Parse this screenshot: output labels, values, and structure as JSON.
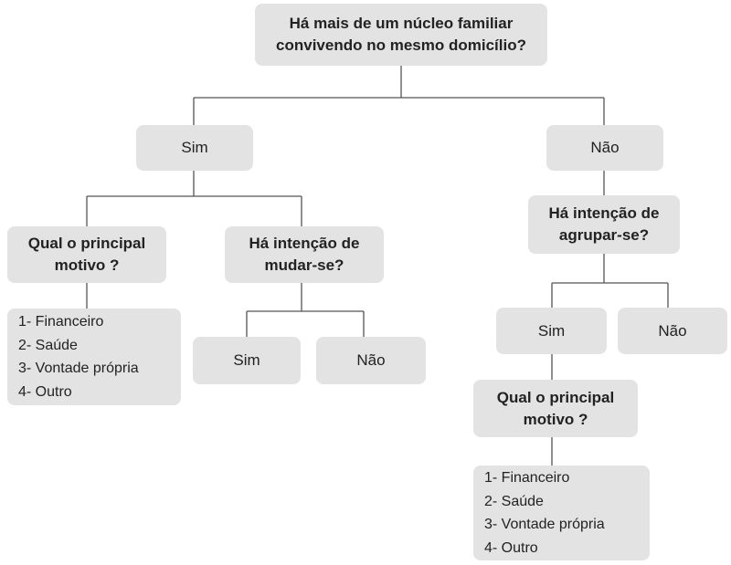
{
  "root": {
    "question": "Há mais de um núcleo familiar convivendo no mesmo domicílio?"
  },
  "yes_branch": {
    "label": "Sim",
    "reason_question": "Qual o principal motivo ?",
    "reasons": [
      "1- Financeiro",
      "2- Saúde",
      "3- Vontade própria",
      "4- Outro"
    ],
    "move_question": "Há intenção de mudar-se?",
    "move_yes": "Sim",
    "move_no": "Não"
  },
  "no_branch": {
    "label": "Não",
    "group_question": "Há intenção de agrupar-se?",
    "group_yes": "Sim",
    "group_no": "Não",
    "reason_question": "Qual o principal motivo ?",
    "reasons": [
      "1- Financeiro",
      "2- Saúde",
      "3- Vontade própria",
      "4- Outro"
    ]
  }
}
